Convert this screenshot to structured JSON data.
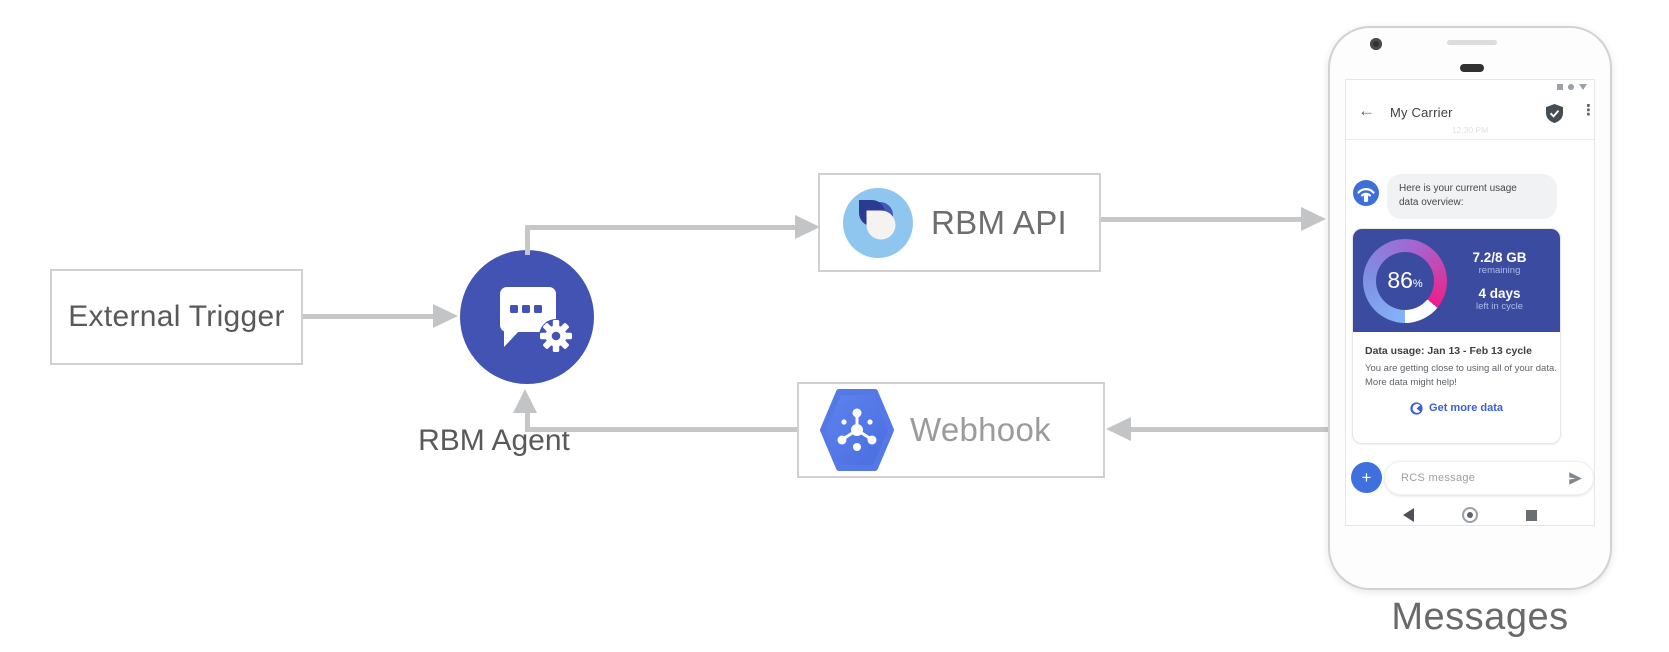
{
  "diagram": {
    "external_trigger_label": "External Trigger",
    "rbm_agent_label": "RBM Agent",
    "rbm_api_label": "RBM API",
    "webhook_label": "Webhook",
    "phone_caption": "Messages"
  },
  "phone": {
    "header": {
      "title": "My Carrier",
      "timestamp": "12:30 PM"
    },
    "chat": {
      "bubble_line1": "Here is your current usage",
      "bubble_line2": "data overview:"
    },
    "usage_card": {
      "gauge_percent": "86",
      "gauge_unit": "%",
      "gauge_value": 86,
      "remaining_value": "7.2/8 GB",
      "remaining_label": "remaining",
      "cycle_value": "4 days",
      "cycle_label": "left in cycle",
      "title": "Data usage: Jan 13 - Feb 13 cycle",
      "body_line1": "You are getting close to using all of your data.",
      "body_line2": "More data might help!",
      "link_label": "Get more data"
    },
    "composer": {
      "placeholder": "RCS message"
    }
  },
  "icons": {
    "back_arrow": "←",
    "overflow_menu": "⋮",
    "plus": "+"
  },
  "colors": {
    "agent_circle": "#4253b4",
    "card_indigo": "#3b4ba0",
    "composer_blue": "#3f70dd",
    "link_blue": "#3d5ed6",
    "api_icon_bg": "#8ec6ef",
    "webhook_blue": "#5e84ee",
    "arrow_gray": "#c6c7c9"
  }
}
